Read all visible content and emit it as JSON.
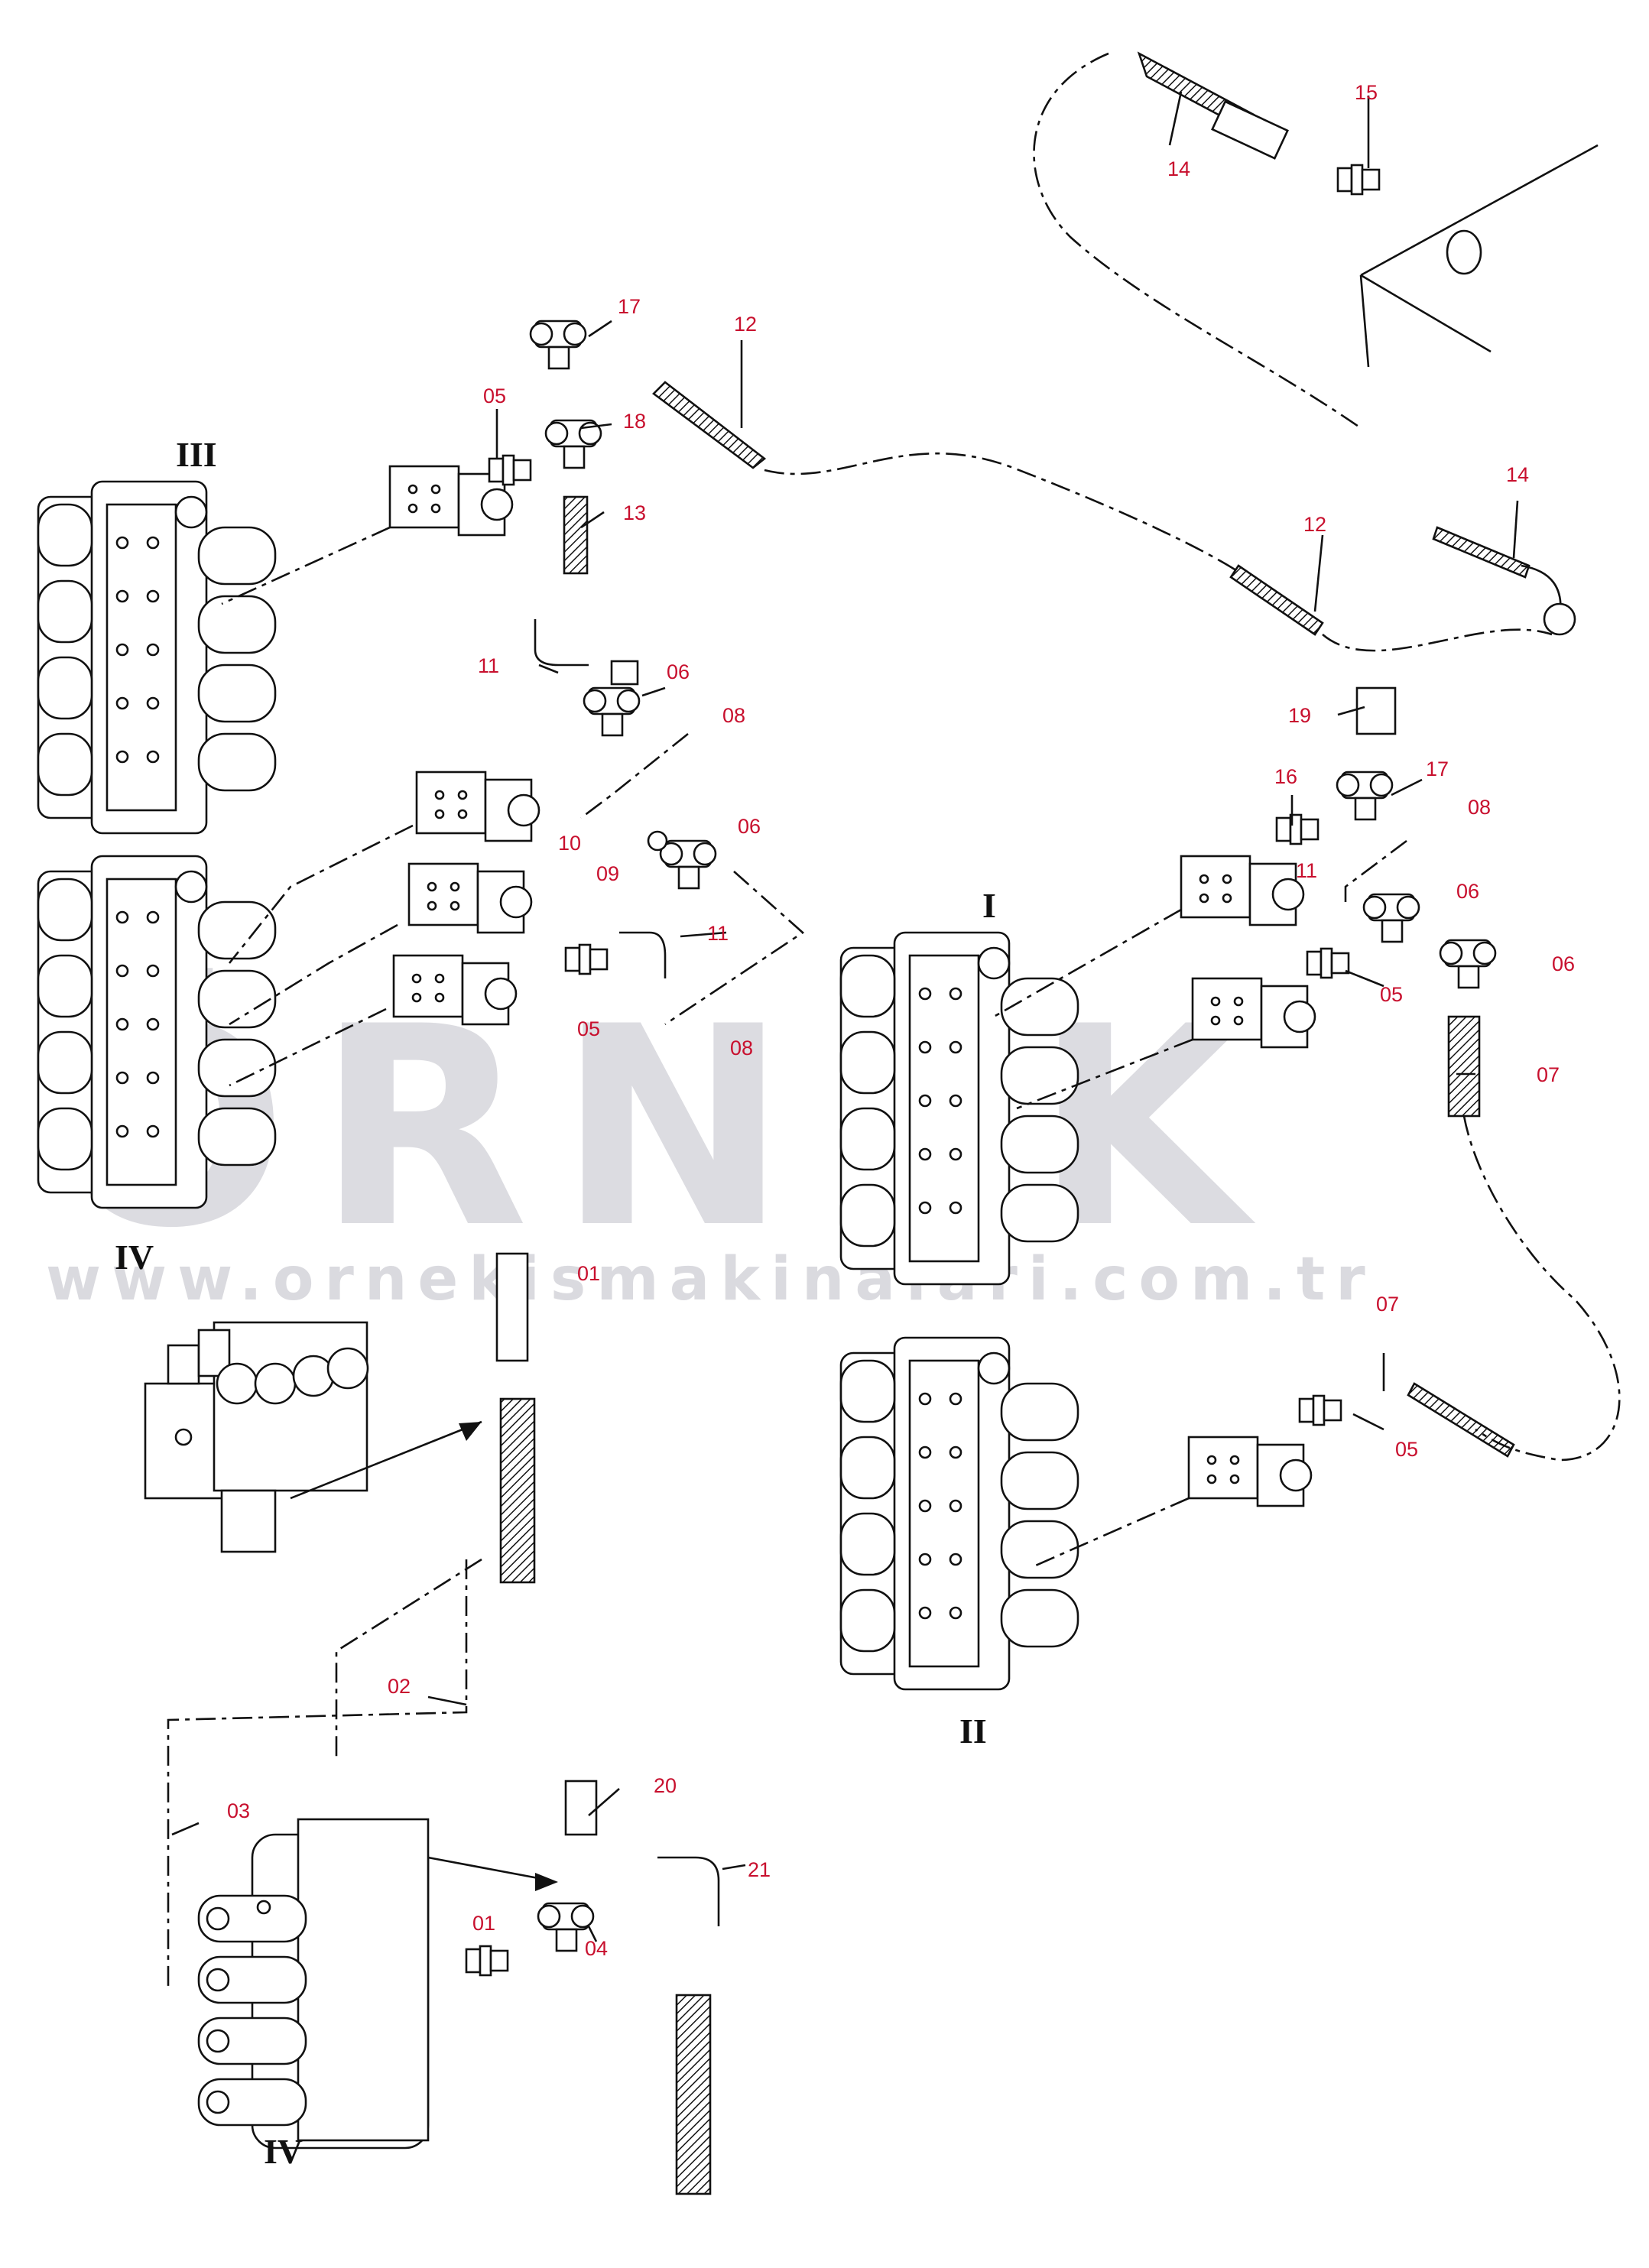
{
  "watermark": {
    "brand": "ÖRNEK",
    "url": "www.ornekismakinalari.com.tr"
  },
  "groups": {
    "g1": "I",
    "g2": "II",
    "g3": "III",
    "g4a": "IV",
    "g4b": "IV"
  },
  "callouts": {
    "c01a": "01",
    "c01b": "01",
    "c02": "02",
    "c03": "03",
    "c04": "04",
    "c05a": "05",
    "c05b": "05",
    "c05c": "05",
    "c05d": "05",
    "c06a": "06",
    "c06b": "06",
    "c06c": "06",
    "c06d": "06",
    "c07a": "07",
    "c07b": "07",
    "c08a": "08",
    "c08b": "08",
    "c08c": "08",
    "c09": "09",
    "c10": "10",
    "c11a": "11",
    "c11b": "11",
    "c11c": "11",
    "c12a": "12",
    "c12b": "12",
    "c13": "13",
    "c14a": "14",
    "c14b": "14",
    "c15": "15",
    "c16": "16",
    "c17a": "17",
    "c17b": "17",
    "c18": "18",
    "c19": "19",
    "c20": "20",
    "c21": "21"
  },
  "colors": {
    "callout": "#c8102e",
    "line": "#111111",
    "watermark": "#d7d7dc"
  }
}
